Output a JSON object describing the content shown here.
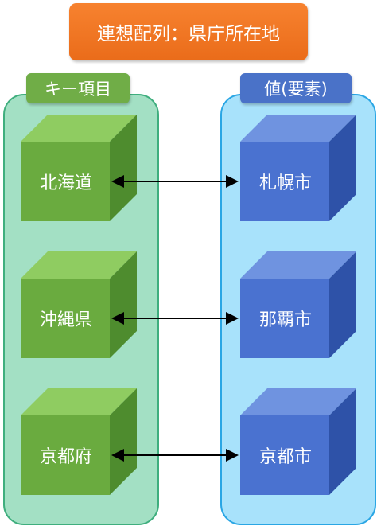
{
  "title": "連想配列：県庁所在地",
  "left_label": "キー項目",
  "right_label": "値(要素)",
  "keys": [
    "北海道",
    "沖縄県",
    "京都府"
  ],
  "values": [
    "札幌市",
    "那覇市",
    "京都市"
  ]
}
